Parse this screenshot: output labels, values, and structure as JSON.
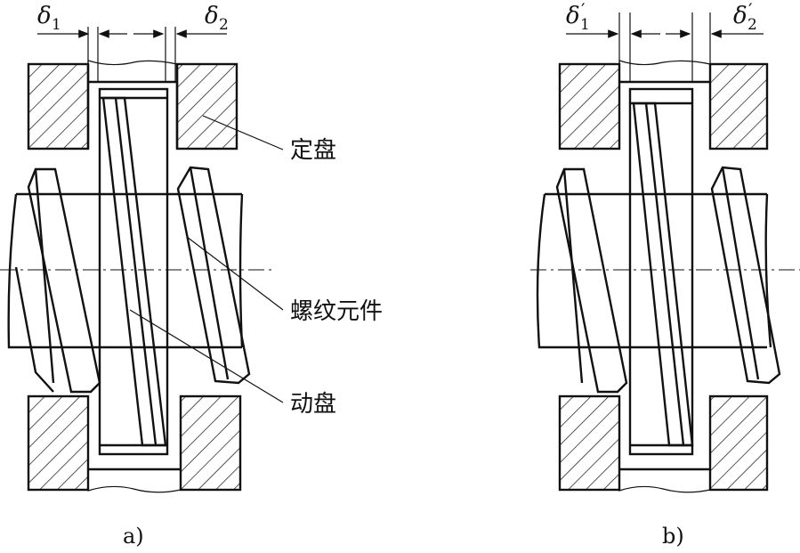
{
  "labels": {
    "fixed_disk": "定盘",
    "screw_element": "螺纹元件",
    "moving_disk": "动盘"
  },
  "panels": [
    {
      "caption": "a)",
      "delta_left": "δ",
      "sub_left": "1",
      "prime_left": "",
      "delta_right": "δ",
      "sub_right": "2",
      "prime_right": ""
    },
    {
      "caption": "b)",
      "delta_left": "δ",
      "sub_left": "1",
      "prime_left": "′",
      "delta_right": "δ",
      "sub_right": "2",
      "prime_right": "′"
    }
  ]
}
